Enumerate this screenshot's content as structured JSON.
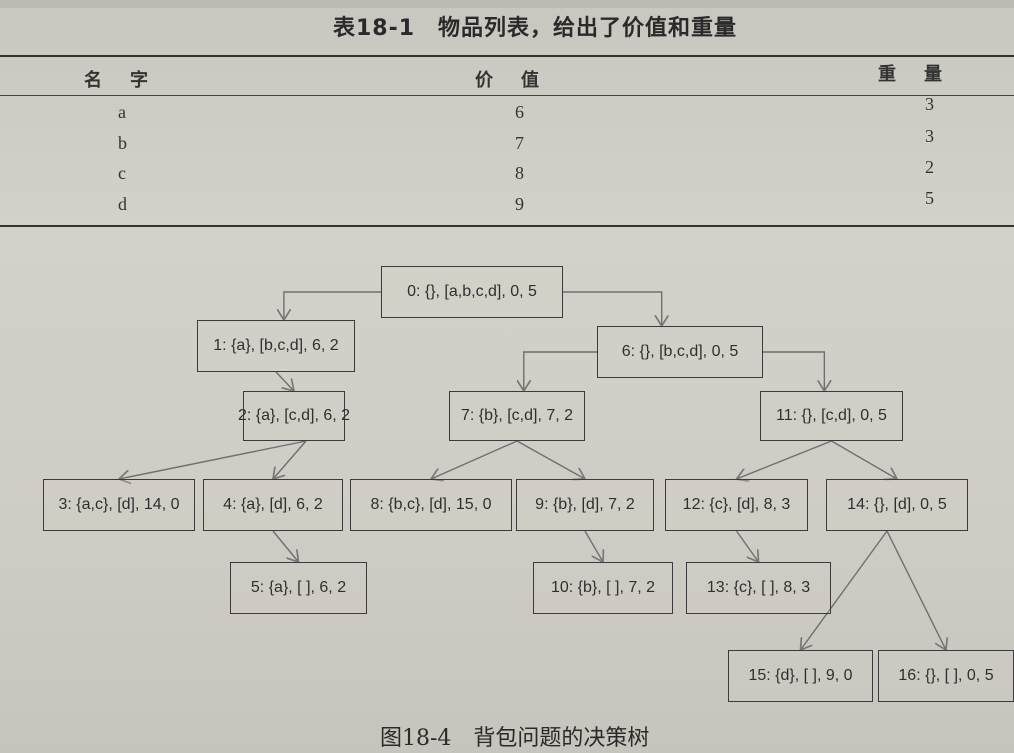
{
  "table": {
    "caption": "表18-1　物品列表，给出了价值和重量",
    "headers": [
      "名字",
      "价值",
      "重量"
    ],
    "rows": [
      {
        "name": "a",
        "value": "6",
        "weight": "3"
      },
      {
        "name": "b",
        "value": "7",
        "weight": "3"
      },
      {
        "name": "c",
        "value": "8",
        "weight": "2"
      },
      {
        "name": "d",
        "value": "9",
        "weight": "5"
      }
    ]
  },
  "tree": {
    "nodes": [
      {
        "id": 0,
        "label": "0: {}, [a,b,c,d], 0, 5"
      },
      {
        "id": 1,
        "label": "1: {a}, [b,c,d], 6, 2"
      },
      {
        "id": 2,
        "label": "2: {a}, [c,d], 6, 2"
      },
      {
        "id": 3,
        "label": "3: {a,c}, [d], 14, 0"
      },
      {
        "id": 4,
        "label": "4: {a}, [d], 6, 2"
      },
      {
        "id": 5,
        "label": "5: {a}, [ ], 6, 2"
      },
      {
        "id": 6,
        "label": "6: {}, [b,c,d], 0, 5"
      },
      {
        "id": 7,
        "label": "7: {b}, [c,d], 7, 2"
      },
      {
        "id": 8,
        "label": "8: {b,c}, [d], 15, 0"
      },
      {
        "id": 9,
        "label": "9: {b}, [d], 7, 2"
      },
      {
        "id": 10,
        "label": "10: {b}, [ ], 7, 2"
      },
      {
        "id": 11,
        "label": "11: {}, [c,d], 0, 5"
      },
      {
        "id": 12,
        "label": "12: {c}, [d], 8, 3"
      },
      {
        "id": 13,
        "label": "13: {c}, [ ], 8, 3"
      },
      {
        "id": 14,
        "label": "14: {}, [d], 0, 5"
      },
      {
        "id": 15,
        "label": "15: {d}, [ ], 9, 0"
      },
      {
        "id": 16,
        "label": "16: {}, [ ], 0, 5"
      }
    ],
    "edges": [
      [
        0,
        1
      ],
      [
        0,
        6
      ],
      [
        1,
        2
      ],
      [
        2,
        3
      ],
      [
        2,
        4
      ],
      [
        4,
        5
      ],
      [
        6,
        7
      ],
      [
        6,
        11
      ],
      [
        7,
        8
      ],
      [
        7,
        9
      ],
      [
        9,
        10
      ],
      [
        11,
        12
      ],
      [
        11,
        14
      ],
      [
        12,
        13
      ],
      [
        14,
        15
      ],
      [
        14,
        16
      ]
    ]
  },
  "figure_caption": "图18-4　背包问题的决策树"
}
